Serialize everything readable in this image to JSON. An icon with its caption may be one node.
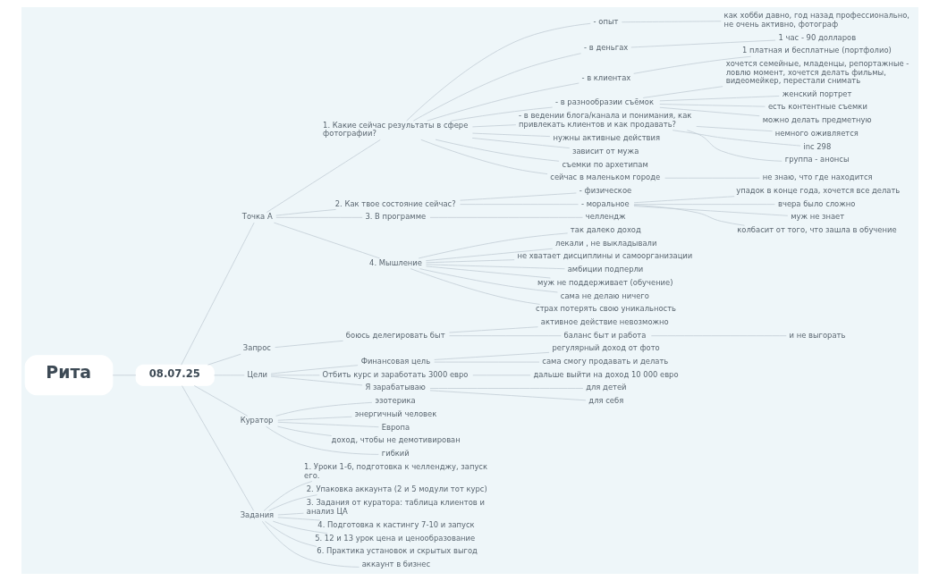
{
  "diagram": {
    "nodes": [
      {
        "text": [
          "Рита"
        ]
      },
      {
        "text": [
          "08.07.25"
        ]
      },
      {
        "text": [
          "Точка А"
        ]
      },
      {
        "text": [
          "1. Какие сейчас результаты в сфере фотографии?"
        ]
      },
      {
        "text": [
          "- опыт"
        ]
      },
      {
        "text": [
          "как хобби давно, год назад профессионально, не очень активно, фотограф"
        ]
      },
      {
        "text": [
          "- в деньгах"
        ]
      },
      {
        "text": [
          "1 час - 90 долларов"
        ]
      },
      {
        "text": [
          "- в клиентах"
        ]
      },
      {
        "text": [
          "1 платная и бесплатные (портфолио)"
        ]
      },
      {
        "text": [
          "- в разнообразии съёмок"
        ]
      },
      {
        "text": [
          "хочется семейные, младенцы, репортажные - ловлю момент, хочется делать фильмы, видеомейкер, перестали снимать"
        ]
      },
      {
        "text": [
          "женский портрет"
        ]
      },
      {
        "text": [
          "есть контентные съемки"
        ]
      },
      {
        "text": [
          "можно делать предметную"
        ]
      },
      {
        "text": [
          "- в ведении блога/канала и понимания, как привлекать клиентов и как продавать?"
        ]
      },
      {
        "text": [
          "немного оживляется"
        ]
      },
      {
        "text": [
          "inc 298"
        ]
      },
      {
        "text": [
          "группа - анонсы"
        ]
      },
      {
        "text": [
          "нужны активные действия"
        ]
      },
      {
        "text": [
          "зависит от мужа"
        ]
      },
      {
        "text": [
          "съемки по архетипам"
        ]
      },
      {
        "text": [
          "сейчас в маленьком городе"
        ]
      },
      {
        "text": [
          "не знаю, что где находится"
        ]
      },
      {
        "text": [
          "2. Как твое состояние сейчас?"
        ]
      },
      {
        "text": [
          "- физическое"
        ]
      },
      {
        "text": [
          "- моральное"
        ]
      },
      {
        "text": [
          "упадок в конце года, хочется все делать"
        ]
      },
      {
        "text": [
          "вчера было сложно"
        ]
      },
      {
        "text": [
          "муж не знает"
        ]
      },
      {
        "text": [
          "колбасит от того, что зашла в обучение"
        ]
      },
      {
        "text": [
          "3. В программе"
        ]
      },
      {
        "text": [
          "челлендж"
        ]
      },
      {
        "text": [
          "4. Мышление"
        ]
      },
      {
        "text": [
          "так далеко доход"
        ]
      },
      {
        "text": [
          "лекали , не выкладывали"
        ]
      },
      {
        "text": [
          "не хватает дисциплины и самоорганизации"
        ]
      },
      {
        "text": [
          "амбиции подперли"
        ]
      },
      {
        "text": [
          "муж не поддерживает (обучение)"
        ]
      },
      {
        "text": [
          "сама не делаю ничего"
        ]
      },
      {
        "text": [
          "страх потерять свою уникальность"
        ]
      },
      {
        "text": [
          "Запрос"
        ]
      },
      {
        "text": [
          "боюсь делегировать быт"
        ]
      },
      {
        "text": [
          "активное действие невозможно"
        ]
      },
      {
        "text": [
          "баланс быт и работа"
        ]
      },
      {
        "text": [
          "и не выгорать"
        ]
      },
      {
        "text": [
          "Цели"
        ]
      },
      {
        "text": [
          "Финансовая цель"
        ]
      },
      {
        "text": [
          "регулярный доход от фото"
        ]
      },
      {
        "text": [
          "сама смогу продавать и делать"
        ]
      },
      {
        "text": [
          "Отбить курс и заработать 3000 евро"
        ]
      },
      {
        "text": [
          "дальше выйти на доход 10 000 евро"
        ]
      },
      {
        "text": [
          "Я зарабатываю"
        ]
      },
      {
        "text": [
          "для детей"
        ]
      },
      {
        "text": [
          "для себя"
        ]
      },
      {
        "text": [
          "Куратор"
        ]
      },
      {
        "text": [
          "эзотерика"
        ]
      },
      {
        "text": [
          "энергичный человек"
        ]
      },
      {
        "text": [
          "Европа"
        ]
      },
      {
        "text": [
          "доход, чтобы не демотивирован"
        ]
      },
      {
        "text": [
          "гибкий"
        ]
      },
      {
        "text": [
          "Задания"
        ]
      },
      {
        "text": [
          "1. Уроки 1-6, подготовка к челленджу, запуск его."
        ]
      },
      {
        "text": [
          "2. Упаковка аккаунта (2 и 5 модули тот курс)"
        ]
      },
      {
        "text": [
          "3. Задания от куратора: таблица клиентов и анализ ЦА"
        ]
      },
      {
        "text": [
          "4. Подготовка к кастингу 7-10 и запуск"
        ]
      },
      {
        "text": [
          "5. 12 и 13 урок цена и ценообразование"
        ]
      },
      {
        "text": [
          "6. Практика установок и скрытых выгод"
        ]
      },
      {
        "text": [
          "аккаунт в бизнес"
        ]
      }
    ],
    "edges": [
      {
        "from": 0,
        "to": 1,
        "arrow": "none"
      },
      {
        "from": 1,
        "to": 2,
        "arrow": "none"
      },
      {
        "from": 2,
        "to": 3,
        "arrow": "none"
      },
      {
        "from": 3,
        "to": 4,
        "arrow": "none"
      },
      {
        "from": 4,
        "to": 5,
        "arrow": "none"
      },
      {
        "from": 3,
        "to": 6,
        "arrow": "none"
      },
      {
        "from": 6,
        "to": 7,
        "arrow": "none"
      },
      {
        "from": 3,
        "to": 8,
        "arrow": "none"
      },
      {
        "from": 8,
        "to": 9,
        "arrow": "none"
      },
      {
        "from": 3,
        "to": 10,
        "arrow": "none"
      },
      {
        "from": 10,
        "to": 11,
        "arrow": "none"
      },
      {
        "from": 10,
        "to": 12,
        "arrow": "none"
      },
      {
        "from": 10,
        "to": 13,
        "arrow": "none"
      },
      {
        "from": 10,
        "to": 14,
        "arrow": "none"
      },
      {
        "from": 3,
        "to": 15,
        "arrow": "none"
      },
      {
        "from": 15,
        "to": 16,
        "arrow": "none"
      },
      {
        "from": 15,
        "to": 17,
        "arrow": "none"
      },
      {
        "from": 15,
        "to": 18,
        "arrow": "none"
      },
      {
        "from": 3,
        "to": 19,
        "arrow": "none"
      },
      {
        "from": 3,
        "to": 20,
        "arrow": "none"
      },
      {
        "from": 3,
        "to": 21,
        "arrow": "none"
      },
      {
        "from": 3,
        "to": 22,
        "arrow": "none"
      },
      {
        "from": 22,
        "to": 23,
        "arrow": "none"
      },
      {
        "from": 2,
        "to": 24,
        "arrow": "none"
      },
      {
        "from": 24,
        "to": 25,
        "arrow": "none"
      },
      {
        "from": 24,
        "to": 26,
        "arrow": "none"
      },
      {
        "from": 26,
        "to": 27,
        "arrow": "none"
      },
      {
        "from": 26,
        "to": 28,
        "arrow": "none"
      },
      {
        "from": 26,
        "to": 29,
        "arrow": "none"
      },
      {
        "from": 26,
        "to": 30,
        "arrow": "none"
      },
      {
        "from": 2,
        "to": 31,
        "arrow": "none"
      },
      {
        "from": 31,
        "to": 32,
        "arrow": "none"
      },
      {
        "from": 2,
        "to": 33,
        "arrow": "none"
      },
      {
        "from": 33,
        "to": 34,
        "arrow": "none"
      },
      {
        "from": 33,
        "to": 35,
        "arrow": "none"
      },
      {
        "from": 33,
        "to": 36,
        "arrow": "none"
      },
      {
        "from": 33,
        "to": 37,
        "arrow": "none"
      },
      {
        "from": 33,
        "to": 38,
        "arrow": "none"
      },
      {
        "from": 33,
        "to": 39,
        "arrow": "none"
      },
      {
        "from": 33,
        "to": 40,
        "arrow": "none"
      },
      {
        "from": 1,
        "to": 41,
        "arrow": "none"
      },
      {
        "from": 41,
        "to": 42,
        "arrow": "none"
      },
      {
        "from": 42,
        "to": 43,
        "arrow": "none"
      },
      {
        "from": 42,
        "to": 44,
        "arrow": "none"
      },
      {
        "from": 44,
        "to": 45,
        "arrow": "none"
      },
      {
        "from": 1,
        "to": 46,
        "arrow": "none"
      },
      {
        "from": 46,
        "to": 47,
        "arrow": "none"
      },
      {
        "from": 47,
        "to": 48,
        "arrow": "none"
      },
      {
        "from": 47,
        "to": 49,
        "arrow": "none"
      },
      {
        "from": 46,
        "to": 50,
        "arrow": "none"
      },
      {
        "from": 50,
        "to": 51,
        "arrow": "none"
      },
      {
        "from": 46,
        "to": 52,
        "arrow": "none"
      },
      {
        "from": 52,
        "to": 53,
        "arrow": "none"
      },
      {
        "from": 52,
        "to": 54,
        "arrow": "none"
      },
      {
        "from": 1,
        "to": 55,
        "arrow": "none"
      },
      {
        "from": 55,
        "to": 56,
        "arrow": "none"
      },
      {
        "from": 55,
        "to": 57,
        "arrow": "none"
      },
      {
        "from": 55,
        "to": 58,
        "arrow": "none"
      },
      {
        "from": 55,
        "to": 59,
        "arrow": "none"
      },
      {
        "from": 55,
        "to": 60,
        "arrow": "none"
      },
      {
        "from": 1,
        "to": 61,
        "arrow": "none"
      },
      {
        "from": 61,
        "to": 62,
        "arrow": "none"
      },
      {
        "from": 61,
        "to": 63,
        "arrow": "none"
      },
      {
        "from": 61,
        "to": 64,
        "arrow": "none"
      },
      {
        "from": 61,
        "to": 65,
        "arrow": "none"
      },
      {
        "from": 61,
        "to": 66,
        "arrow": "none"
      },
      {
        "from": 61,
        "to": 67,
        "arrow": "none"
      },
      {
        "from": 61,
        "to": 68,
        "arrow": "none"
      }
    ]
  }
}
